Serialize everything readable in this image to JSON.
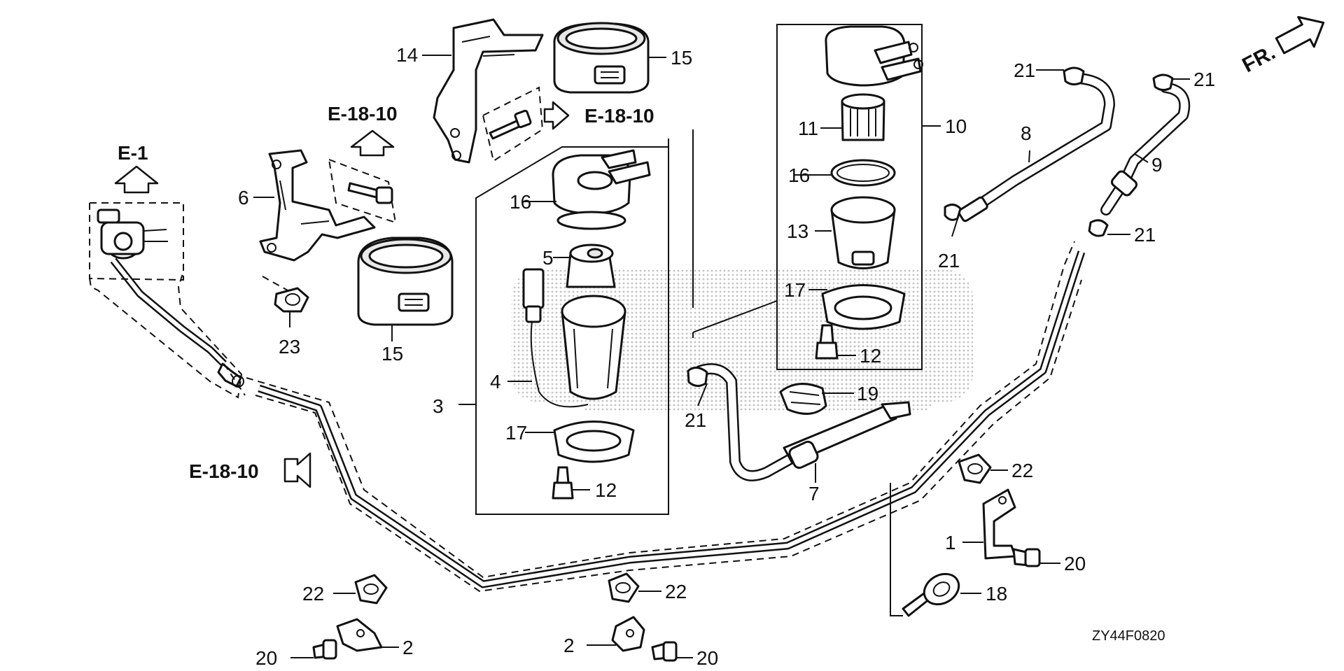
{
  "diagram_code": "ZY44F0820",
  "direction_label": "FR.",
  "references": {
    "e1": "E-1",
    "e18_10_upper_left": "E-18-10",
    "e18_10_upper_mid": "E-18-10",
    "e18_10_left": "E-18-10"
  },
  "callouts": {
    "c1": "1",
    "c2a": "2",
    "c2b": "2",
    "c3": "3",
    "c4": "4",
    "c5": "5",
    "c6": "6",
    "c7": "7",
    "c8": "8",
    "c9": "9",
    "c10": "10",
    "c11": "11",
    "c12a": "12",
    "c12b": "12",
    "c13": "13",
    "c14": "14",
    "c15a": "15",
    "c15b": "15",
    "c16a": "16",
    "c16b": "16",
    "c17a": "17",
    "c17b": "17",
    "c18": "18",
    "c19": "19",
    "c20a": "20",
    "c20b": "20",
    "c20c": "20",
    "c21a": "21",
    "c21b": "21",
    "c21c": "21",
    "c21d": "21",
    "c21e": "21",
    "c22a": "22",
    "c22b": "22",
    "c22c": "22",
    "c23": "23"
  },
  "colors": {
    "ink": "#111111",
    "background": "#ffffff",
    "watermark": "#bdbdbd"
  }
}
